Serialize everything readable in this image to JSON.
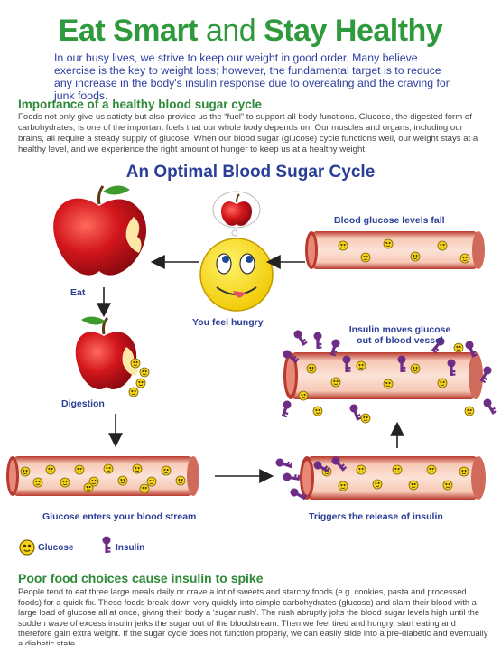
{
  "header": {
    "title_bold_1": "Eat Smart",
    "title_thin": " and ",
    "title_bold_2": "Stay Healthy",
    "intro": "In our busy lives, we strive to keep our weight in good order. Many believe exercise is the key to weight loss; however, the fundamental target is to reduce any increase in the body's insulin response due to overeating and the craving for junk foods."
  },
  "section1": {
    "heading": "Importance of a healthy blood sugar cycle",
    "body": "Foods not only give us satiety but also provide us the “fuel” to support all body functions. Glucose, the digested form of carbohydrates, is one of the important fuels that our whole body depends on. Our muscles and organs, including our brains, all require a steady supply of glucose. When our blood sugar (glucose) cycle functions well, our weight stays at a healthy level, and we experience the right amount of hunger to keep us at a healthy weight."
  },
  "diagram": {
    "title": "An Optimal Blood Sugar Cycle",
    "labels": {
      "eat": "Eat",
      "hungry": "You feel hungry",
      "glucose_fall": "Blood glucose levels fall",
      "insulin_moves_1": "Insulin moves glucose",
      "insulin_moves_2": "out of blood vessel",
      "digestion": "Digestion",
      "enters": "Glucose enters your blood stream",
      "triggers": "Triggers the release of insulin"
    },
    "legend": {
      "glucose": "Glucose",
      "insulin": "Insulin"
    },
    "colors": {
      "apple_red": "#c8141c",
      "glucose_yellow": "#f2d51a",
      "insulin_purple": "#6d2d86",
      "vessel_pink": "#f4c2b0",
      "vessel_dark": "#b9372c",
      "title_blue": "#2b3f96"
    }
  },
  "section2": {
    "heading": "Poor food choices cause insulin to spike",
    "body": "People tend to eat three large meals daily or crave a lot of sweets and starchy foods (e.g. cookies, pasta and processed foods) for a quick fix. These foods break down very quickly into simple carbohydrates (glucose) and slam their blood with a large load of glucose all at once, giving their body a ‘sugar rush’.  The rush abruptly jolts the blood sugar levels high until the sudden wave of excess insulin jerks the sugar out of the bloodstream. Then we feel tired and hungry, start eating and therefore gain extra weight. If the sugar cycle does not function properly, we can easily slide into a pre-diabetic and eventually a diabetic state."
  }
}
